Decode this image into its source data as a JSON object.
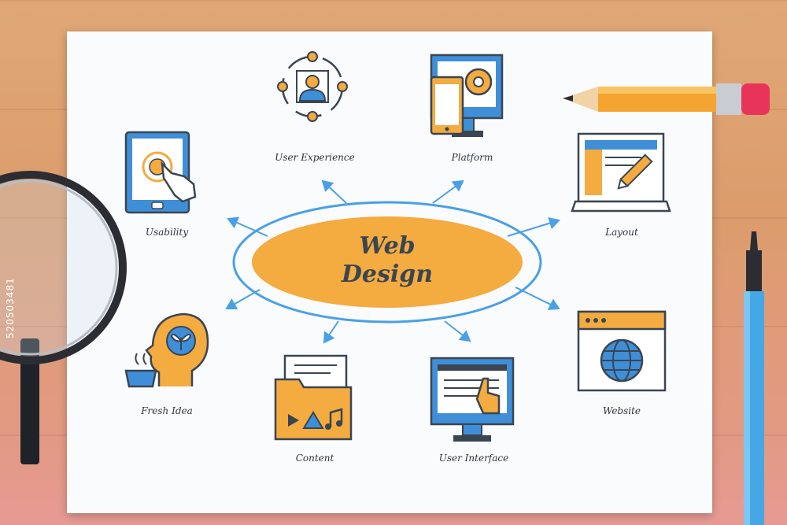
{
  "diagram": {
    "center": {
      "line1": "Web",
      "line2": "Design"
    },
    "nodes": [
      {
        "id": "user-experience",
        "label": "User Experience",
        "icon": "user-network-icon"
      },
      {
        "id": "platform",
        "label": "Platform",
        "icon": "devices-gear-icon"
      },
      {
        "id": "layout",
        "label": "Layout",
        "icon": "laptop-layout-icon"
      },
      {
        "id": "usability",
        "label": "Usability",
        "icon": "tablet-touch-icon"
      },
      {
        "id": "fresh-idea",
        "label": "Fresh Idea",
        "icon": "head-plant-icon"
      },
      {
        "id": "content",
        "label": "Content",
        "icon": "folder-media-icon"
      },
      {
        "id": "user-interface",
        "label": "User Interface",
        "icon": "monitor-cursor-icon"
      },
      {
        "id": "website",
        "label": "Website",
        "icon": "browser-globe-icon"
      }
    ]
  },
  "watermark": "520503481",
  "colors": {
    "orange": "#f4ab3f",
    "blue": "#3f8fd8",
    "outline": "#3a4552",
    "arrow": "#4aa0e6"
  }
}
